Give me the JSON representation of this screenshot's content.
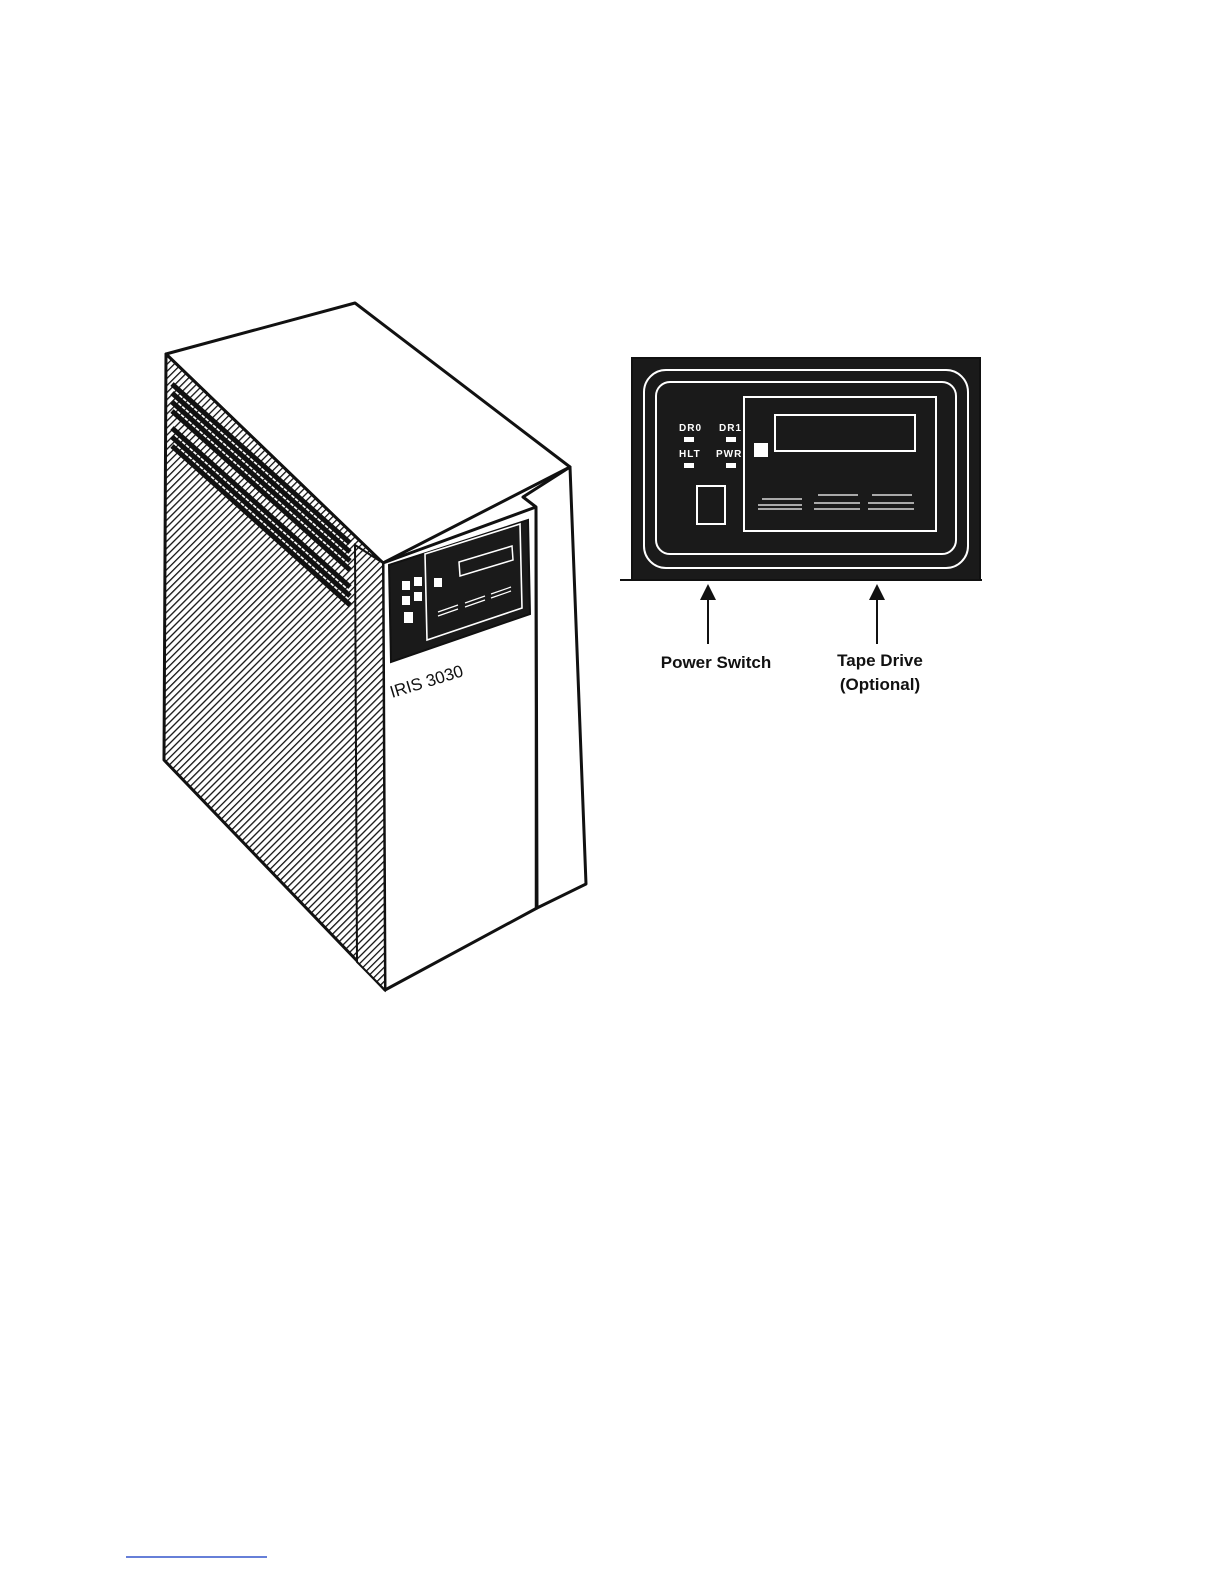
{
  "computer": {
    "model_label": "IRIS 3030"
  },
  "panel": {
    "led_labels": [
      "DR0",
      "DR1",
      "HLT",
      "PWR"
    ]
  },
  "callouts": {
    "power_switch": "Power Switch",
    "tape_drive": "Tape Drive",
    "tape_drive_note": "(Optional)"
  },
  "colors": {
    "ink": "#111111",
    "panel_dark": "#1a1a1a",
    "paper": "#ffffff",
    "footer_rule": "#3355cc"
  }
}
